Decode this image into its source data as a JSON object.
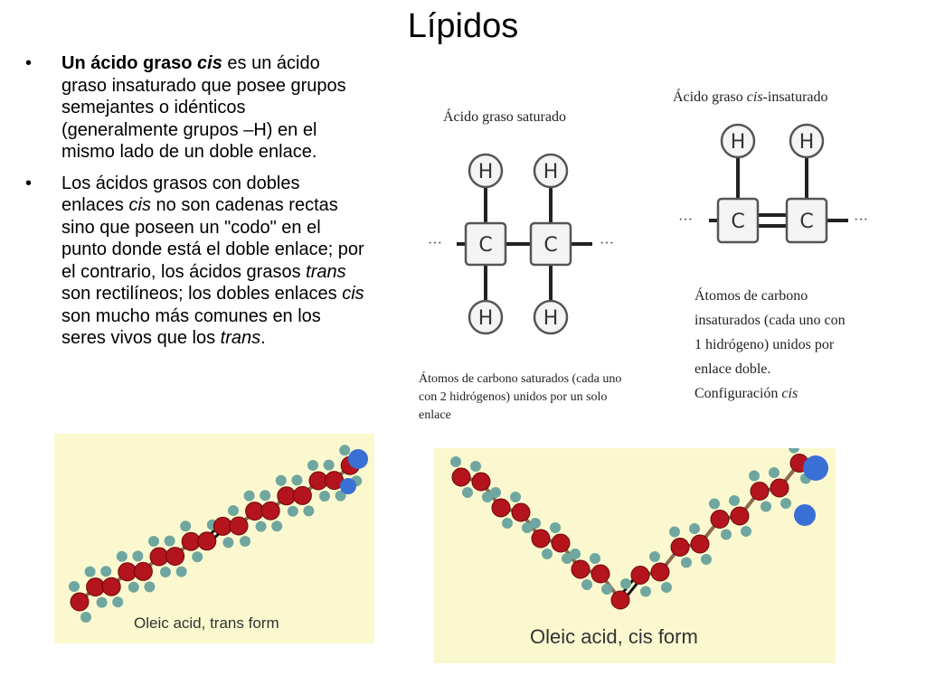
{
  "slide": {
    "title": "Lípidos",
    "bullets": [
      {
        "b1_strong_a": "Un ácido graso ",
        "b1_strong_cis": "cis",
        "b1_rest": " es un ácido graso insaturado que posee grupos semejantes o idénticos (generalmente grupos –H) en el mismo lado de un doble enlace."
      },
      {
        "t1": "Los ácidos grasos con dobles enlaces ",
        "i1": "cis",
        "t2": " no son cadenas rectas sino que poseen un \"codo\" en el punto donde está el doble enlace; por el contrario, los ácidos grasos ",
        "i2": "trans",
        "t3": " son rectilíneos; los dobles enlaces ",
        "i3": "cis",
        "t4": " son mucho más comunes en los seres vivos que los ",
        "i4": "trans",
        "t5": "."
      }
    ]
  },
  "saturated_diagram": {
    "heading": "Ácido graso saturado",
    "atom_h": "H",
    "atom_c": "C",
    "ellipsis": "···",
    "caption": "Átomos de carbono saturados (cada uno con 2 hidrógenos) unidos por un solo enlace"
  },
  "cis_diagram": {
    "heading_a": "Ácido graso ",
    "heading_cis": "cis",
    "heading_b": "-insaturado",
    "atom_h": "H",
    "atom_c": "C",
    "ellipsis": "···",
    "caption_lines": [
      "Átomos de carbono",
      "insaturados (cada uno con",
      "1 hidrógeno) unidos por",
      "enlace doble."
    ],
    "caption_config": "Configuración ",
    "caption_cis": "cis"
  },
  "trans_model": {
    "caption": "Oleic acid, trans form"
  },
  "cis_model": {
    "caption": "Oleic acid, cis form"
  },
  "colors": {
    "model_bg": "#fbf8cf",
    "carbon": "#b4141c",
    "hydrogen": "#6fa7a0",
    "oxygen": "#3a6fd6",
    "box_fill": "#f4f4f4",
    "box_stroke": "#555555"
  }
}
